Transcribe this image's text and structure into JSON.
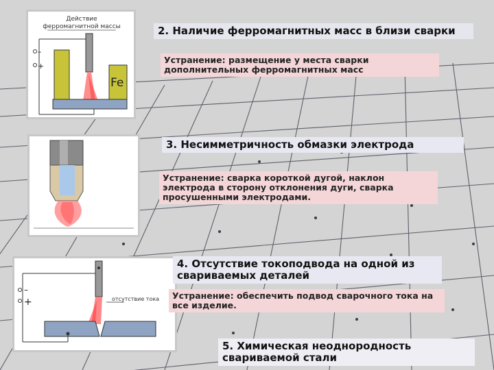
{
  "slide": {
    "items": [
      {
        "heading": "2. Наличие ферромагнитных масс в близи сварки",
        "remedy": "Устранение: размещение у места сварки дополнительных ферромагнитных масс",
        "figure": {
          "caption_line1": "Действие",
          "caption_line2": "ферромагнитной массы",
          "minus": "–",
          "plus": "+",
          "label": "Fe"
        }
      },
      {
        "heading": "3. Несимметричность обмазки электрода",
        "remedy": "Устранение: сварка короткой дугой, наклон электрода в сторону отклонения дуги, сварка просушенными электродами."
      },
      {
        "heading": "4. Отсутствие токоподвода на одной из свариваемых деталей",
        "remedy": "Устранение: обеспечить подвод сварочного тока на все изделие.",
        "figure": {
          "minus": "–",
          "plus": "+",
          "label": "отсутствие тока"
        }
      },
      {
        "heading": "5. Химическая неоднородность свариваемой стали"
      }
    ]
  },
  "colors": {
    "background": "#d4d4d4",
    "grid_line": "#4a4a58",
    "heading_box": "#e6e6ee",
    "remedy_box": "#f4d6d8",
    "plate": "#8fa3c3",
    "fe_block": "#c7c43a"
  }
}
